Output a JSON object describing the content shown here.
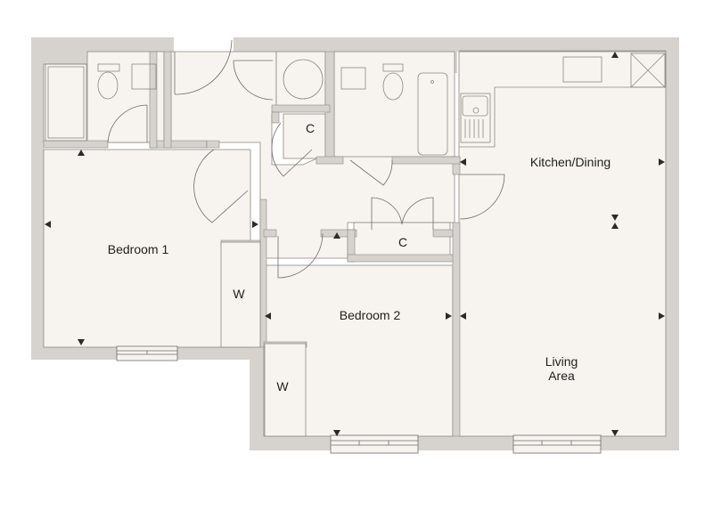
{
  "plan": {
    "colors": {
      "wall": "#d6d3ce",
      "floor": "#f7f4f0",
      "line": "#8a8884",
      "text": "#1e1e1e",
      "background": "#ffffff"
    },
    "rooms": [
      {
        "id": "bedroom-1",
        "label": "Bedroom 1"
      },
      {
        "id": "bedroom-2",
        "label": "Bedroom 2"
      },
      {
        "id": "kitchen-dining",
        "label": "Kitchen/Dining"
      },
      {
        "id": "living-area",
        "label_line1": "Living",
        "label_line2": "Area"
      }
    ],
    "cupboards": [
      {
        "id": "cupboard-hall",
        "label": "C"
      },
      {
        "id": "cupboard-landing",
        "label": "C"
      }
    ],
    "wardrobes": [
      {
        "id": "wardrobe-bedroom-1",
        "label": "W"
      },
      {
        "id": "wardrobe-bedroom-2",
        "label": "W"
      }
    ]
  }
}
